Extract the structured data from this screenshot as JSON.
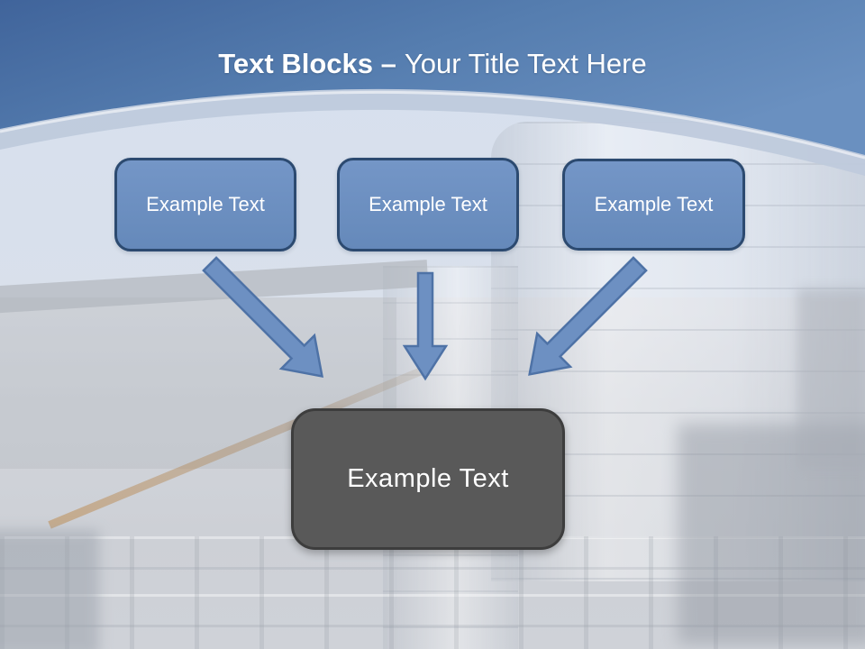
{
  "title": {
    "bold": "Text Blocks –",
    "regular": "Your Title Text Here"
  },
  "text_blocks": [
    {
      "label": "Example Text"
    },
    {
      "label": "Example Text"
    },
    {
      "label": "Example Text"
    }
  ],
  "result_block": {
    "label": "Example Text"
  },
  "icons": {
    "arrow_left": "arrow-down-right-icon",
    "arrow_middle": "arrow-down-icon",
    "arrow_right": "arrow-down-left-icon"
  },
  "colors": {
    "header_blue_dark": "#40649b",
    "header_blue_light": "#6a90c0",
    "band": "#bfcadc",
    "block_fill": "#6d90c2",
    "block_border": "#2c4a70",
    "arrow_fill": "#6d90c2",
    "arrow_outline": "#4e72a6",
    "result_fill": "#595959",
    "result_border": "#3d3d3d",
    "title_text": "#ffffff",
    "block_text": "#ffffff"
  }
}
